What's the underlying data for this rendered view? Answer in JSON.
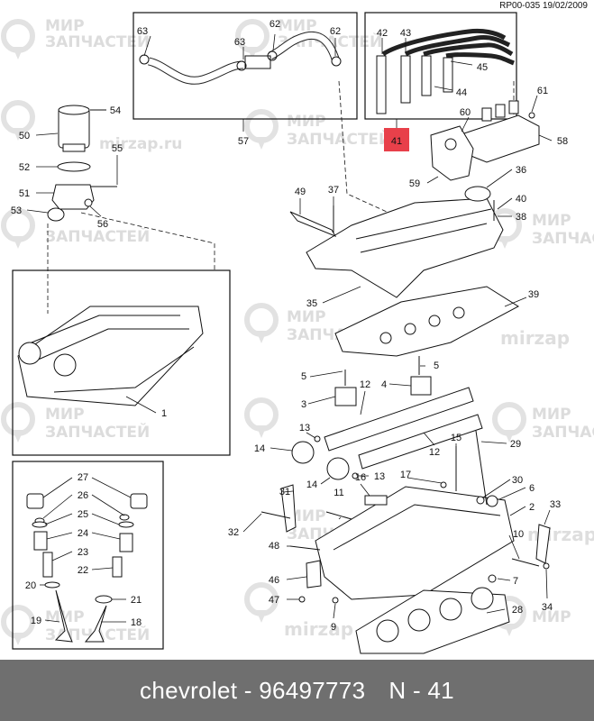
{
  "diagram": {
    "ref_code": "RP00-035 19/02/2009",
    "watermark": {
      "line1": "МИР",
      "line2": "ЗАПЧАСТЕЙ",
      "domain": "mirzap.ru",
      "brand": "mirzap"
    },
    "highlight_color": "#e8404a",
    "callouts": {
      "c1": "1",
      "c2": "2",
      "c3": "3",
      "c4": "4",
      "c5a": "5",
      "c5b": "5",
      "c6": "6",
      "c7": "7",
      "c9": "9",
      "c10": "10",
      "c11": "11",
      "c12a": "12",
      "c12b": "12",
      "c13a": "13",
      "c13b": "13",
      "c14a": "14",
      "c14b": "14",
      "c15": "15",
      "c16": "16",
      "c17": "17",
      "c18": "18",
      "c19": "19",
      "c20": "20",
      "c21": "21",
      "c22": "22",
      "c23": "23",
      "c24": "24",
      "c25": "25",
      "c26": "26",
      "c27": "27",
      "c28": "28",
      "c29": "29",
      "c30": "30",
      "c31": "31",
      "c32": "32",
      "c33": "33",
      "c34": "34",
      "c35": "35",
      "c36": "36",
      "c37": "37",
      "c38": "38",
      "c39": "39",
      "c40": "40",
      "c41": "41",
      "c42": "42",
      "c43": "43",
      "c44": "44",
      "c45": "45",
      "c46": "46",
      "c47": "47",
      "c48": "48",
      "c49": "49",
      "c50": "50",
      "c51": "51",
      "c52": "52",
      "c53": "53",
      "c54": "54",
      "c55": "55",
      "c56": "56",
      "c57": "57",
      "c58": "58",
      "c59": "59",
      "c60": "60",
      "c61": "61",
      "c62a": "62",
      "c62b": "62",
      "c63a": "63",
      "c63b": "63"
    }
  },
  "footer": {
    "part_text": "chevrolet - 96497773",
    "position_text": "N - 41"
  }
}
